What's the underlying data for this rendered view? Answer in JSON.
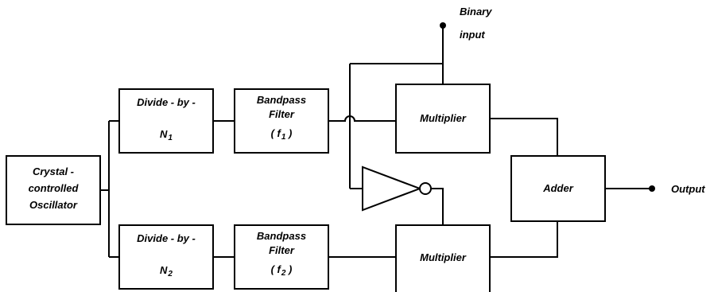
{
  "blocks": {
    "oscillator": [
      "Crystal -",
      "controlled",
      "Oscillator"
    ],
    "divider1": {
      "line1": "Divide - by -",
      "main": "N",
      "sub": "1"
    },
    "divider2": {
      "line1": "Divide - by -",
      "main": "N",
      "sub": "2"
    },
    "filter1": {
      "line1": "Bandpass",
      "line2": "Filter",
      "paren_open": "( f",
      "sub": "1",
      "paren_close": " )"
    },
    "filter2": {
      "line1": "Bandpass",
      "line2": "Filter",
      "paren_open": "( f",
      "sub": "2",
      "paren_close": " )"
    },
    "multiplier1": "Multiplier",
    "multiplier2": "Multiplier",
    "adder": "Adder"
  },
  "terminals": {
    "binary_input": [
      "Binary",
      "input"
    ],
    "output": "Output"
  }
}
